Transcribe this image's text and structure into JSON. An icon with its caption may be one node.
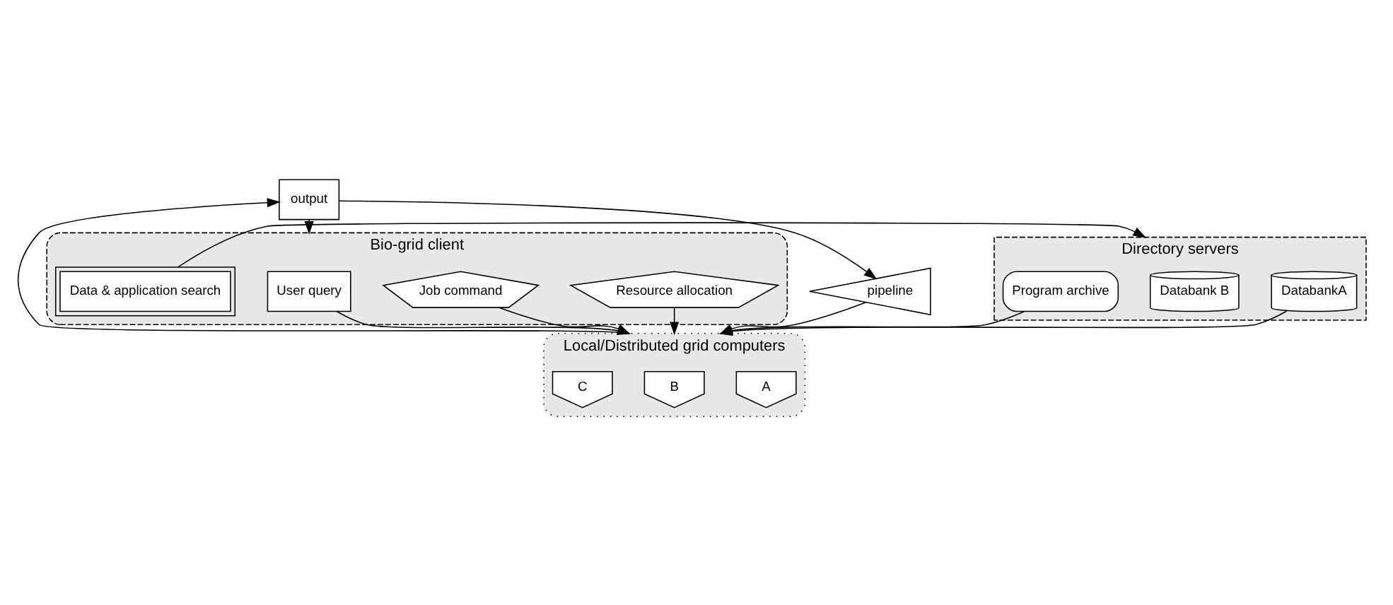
{
  "diagram": {
    "nodes": [
      {
        "text": [
          "Bio-grid client"
        ]
      },
      {
        "text": [
          "Resource allocation"
        ],
        "in": 0
      },
      {
        "text": [
          "Job command"
        ],
        "in": 0
      },
      {
        "text": [
          "User query"
        ],
        "in": 0
      },
      {
        "text": [
          "Data & application search"
        ],
        "in": 0
      },
      {
        "text": [
          "Local/Distributed grid computers"
        ]
      },
      {
        "text": [
          "A"
        ],
        "in": 5
      },
      {
        "text": [
          "B"
        ],
        "in": 5
      },
      {
        "text": [
          "C"
        ],
        "in": 5
      },
      {
        "text": [
          "output"
        ]
      },
      {
        "text": [
          "pipeline"
        ]
      },
      {
        "text": [
          "Directory servers"
        ]
      },
      {
        "text": [
          "DatabankA"
        ],
        "in": 11
      },
      {
        "text": [
          "Databank B"
        ],
        "in": 11
      },
      {
        "text": [
          "Program archive"
        ],
        "in": 11
      }
    ],
    "edges": [
      {
        "from": 1,
        "to": 5,
        "arrow": "to"
      },
      {
        "from": 2,
        "to": 5,
        "arrow": "to"
      },
      {
        "from": 3,
        "to": 5,
        "arrow": "to"
      },
      {
        "from": 4,
        "to": 11,
        "arrow": "to"
      },
      {
        "from": 12,
        "to": 5,
        "arrow": "to"
      },
      {
        "from": 14,
        "to": 5,
        "arrow": "to"
      },
      {
        "from": 5,
        "to": 9,
        "arrow": "to"
      },
      {
        "from": 9,
        "to": 10,
        "arrow": "to"
      },
      {
        "from": 10,
        "to": 5,
        "arrow": "to"
      },
      {
        "from": 9,
        "to": 0,
        "arrow": "to"
      }
    ]
  }
}
